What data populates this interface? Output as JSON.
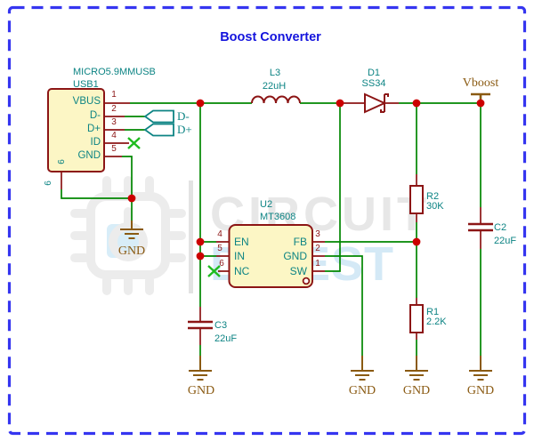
{
  "title": "Boost Converter",
  "watermark": {
    "word_top": "CIRCUIT",
    "word_bottom": "DIGEST"
  },
  "colors": {
    "wire_green": "#008700",
    "component_red": "#8c1515",
    "junction_red": "#cc0000",
    "part_fill_yellow": "#fcf6c5",
    "label_teal": "#0d8484",
    "net_brown": "#8a5a12",
    "title_blue": "#1414dd",
    "border_blue": "#3535f0",
    "noconnect_green": "#1fbb1f"
  },
  "usb": {
    "part": "MICRO5.9MMUSB",
    "ref": "USB1",
    "pins": [
      {
        "num": "1",
        "name": "VBUS"
      },
      {
        "num": "2",
        "name": "D-"
      },
      {
        "num": "3",
        "name": "D+"
      },
      {
        "num": "4",
        "name": "ID"
      },
      {
        "num": "5",
        "name": "GND"
      }
    ],
    "pin6": {
      "num": "6",
      "name": "6"
    }
  },
  "flags": {
    "dminus": "D-",
    "dplus": "D+",
    "vboost": "Vboost",
    "gnd": "GND"
  },
  "inductor": {
    "ref": "L3",
    "value": "22uH"
  },
  "diode": {
    "ref": "D1",
    "value": "SS34"
  },
  "ic": {
    "ref": "U2",
    "part": "MT3608",
    "left_pins": [
      {
        "num": "4",
        "name": "EN"
      },
      {
        "num": "5",
        "name": "IN"
      },
      {
        "num": "6",
        "name": "NC"
      }
    ],
    "right_pins": [
      {
        "num": "3",
        "name": "FB"
      },
      {
        "num": "2",
        "name": "GND"
      },
      {
        "num": "1",
        "name": "SW"
      }
    ]
  },
  "r2": {
    "ref": "R2",
    "value": "30K"
  },
  "r1": {
    "ref": "R1",
    "value": "2.2K"
  },
  "c2": {
    "ref": "C2",
    "value": "22uF"
  },
  "c3": {
    "ref": "C3",
    "value": "22uF"
  }
}
